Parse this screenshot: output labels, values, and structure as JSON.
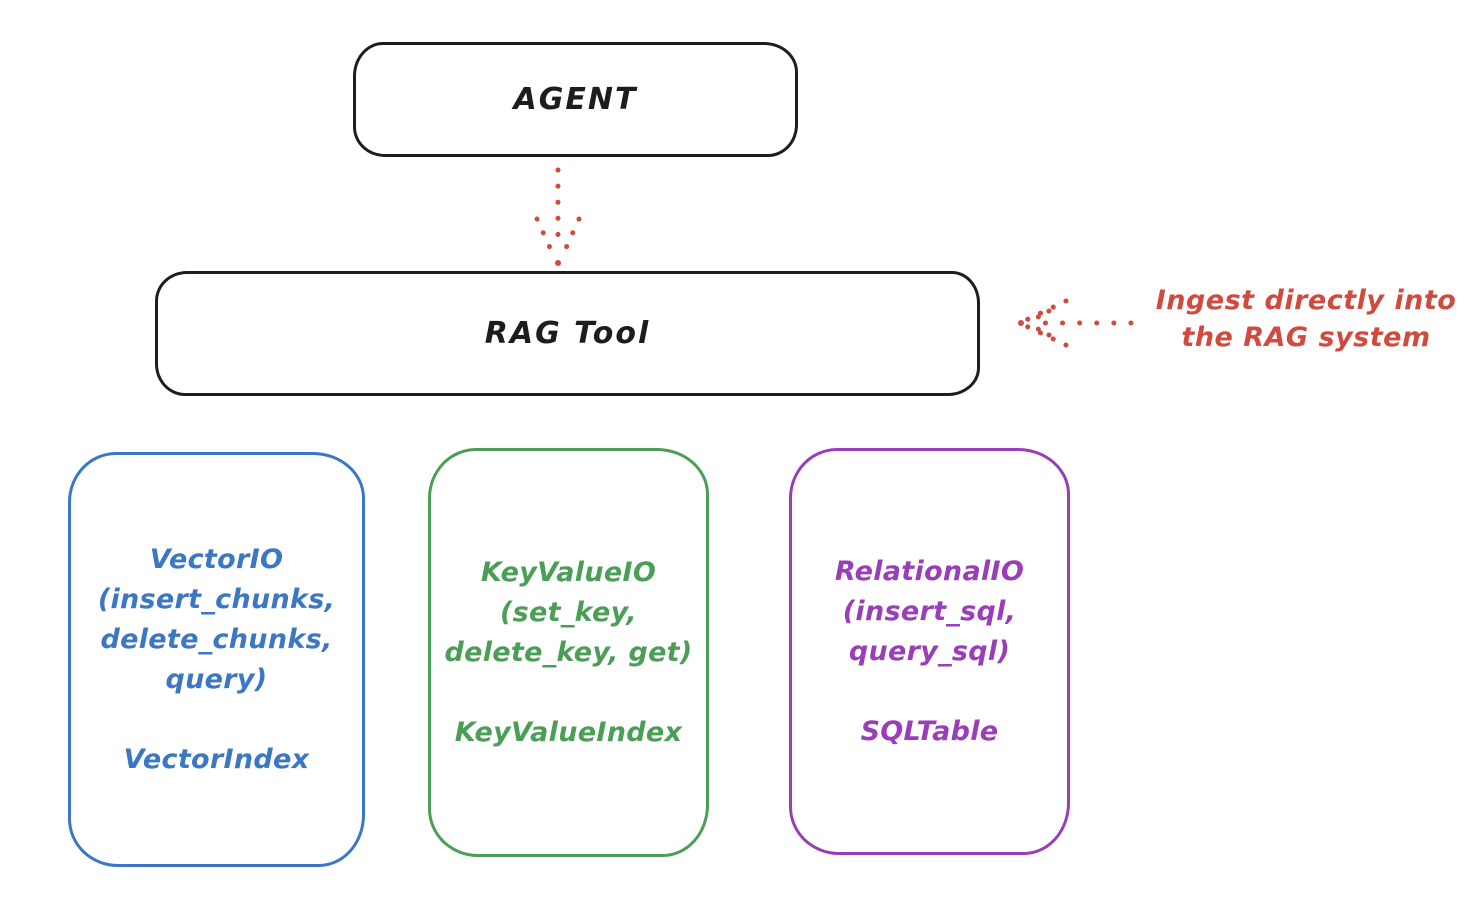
{
  "colors": {
    "ink": "#1d1d1d",
    "red": "#d04a3e",
    "blue": "#3b77c3",
    "green": "#4b9e55",
    "purple": "#9a3db8",
    "background": "#ffffff"
  },
  "nodes": {
    "agent": {
      "label": "AGENT"
    },
    "rag_tool": {
      "label": "RAG Tool"
    },
    "vector_io": {
      "lines": [
        "VectorIO",
        "(insert_chunks,",
        "delete_chunks,",
        "query)"
      ],
      "index_label": "VectorIndex"
    },
    "key_value_io": {
      "lines": [
        "KeyValueIO",
        "(set_key,",
        "delete_key, get)"
      ],
      "index_label": "KeyValueIndex"
    },
    "relational_io": {
      "lines": [
        "RelationalIO",
        "(insert_sql,",
        "query_sql)"
      ],
      "index_label": "SQLTable"
    }
  },
  "annotation": {
    "lines": [
      "Ingest directly into",
      "the RAG system"
    ]
  },
  "arrows": {
    "agent_to_rag": "dotted-down-arrow",
    "ingest_to_rag": "dotted-left-arrow"
  }
}
